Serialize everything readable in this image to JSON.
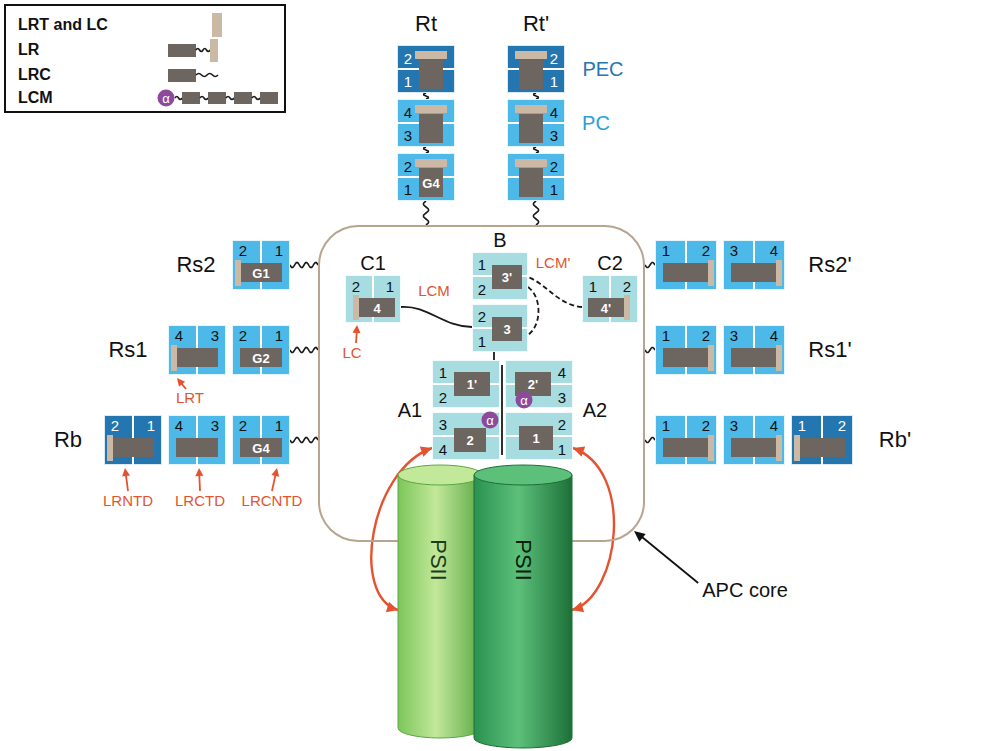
{
  "diagram": {
    "nodes": [
      {
        "text": [
          "2",
          "1"
        ]
      },
      {
        "text": [
          "4",
          "3"
        ]
      },
      {
        "text": [
          "2",
          "G4",
          "1"
        ]
      },
      {
        "text": [
          "2",
          "1"
        ]
      },
      {
        "text": [
          "4",
          "3"
        ]
      },
      {
        "text": [
          "2",
          "1"
        ]
      },
      {
        "text": [
          "APC core"
        ]
      },
      {
        "text": [
          "1",
          "3'",
          "2"
        ],
        "in": 6
      },
      {
        "text": [
          "2",
          "1",
          "4"
        ],
        "in": 6
      },
      {
        "text": [
          "1",
          "2",
          "4'"
        ],
        "in": 6
      },
      {
        "text": [
          "2",
          "3",
          "1"
        ],
        "in": 6
      },
      {
        "text": [
          "1",
          "1'",
          "2"
        ],
        "in": 6
      },
      {
        "text": [
          "4",
          "2'",
          "3"
        ],
        "in": 6
      },
      {
        "text": [
          "3",
          "2",
          "4"
        ],
        "in": 6
      },
      {
        "text": [
          "2",
          "1",
          "1"
        ],
        "in": 6
      },
      {
        "text": [
          "2",
          "1",
          "G1"
        ]
      },
      {
        "text": [
          "4",
          "3"
        ]
      },
      {
        "text": [
          "2",
          "1",
          "G2"
        ]
      },
      {
        "text": [
          "2",
          "1"
        ]
      },
      {
        "text": [
          "4",
          "3"
        ]
      },
      {
        "text": [
          "2",
          "1",
          "G4"
        ]
      },
      {
        "text": [
          "1",
          "2"
        ]
      },
      {
        "text": [
          "3",
          "4"
        ]
      },
      {
        "text": [
          "1",
          "2"
        ]
      },
      {
        "text": [
          "3",
          "4"
        ]
      },
      {
        "text": [
          "1",
          "2"
        ]
      },
      {
        "text": [
          "3",
          "4"
        ]
      },
      {
        "text": [
          "1",
          "2"
        ]
      },
      {
        "text": [
          "PSII"
        ]
      },
      {
        "text": [
          "PSII"
        ]
      }
    ],
    "edges": [
      {
        "from": 0,
        "to": 1,
        "arrow": "none"
      },
      {
        "from": 1,
        "to": 2,
        "arrow": "none"
      },
      {
        "from": 2,
        "to": 6,
        "arrow": "none"
      },
      {
        "from": 3,
        "to": 4,
        "arrow": "none"
      },
      {
        "from": 4,
        "to": 5,
        "arrow": "none"
      },
      {
        "from": 5,
        "to": 6,
        "arrow": "none"
      },
      {
        "from": 15,
        "to": 6,
        "arrow": "none"
      },
      {
        "from": 17,
        "to": 6,
        "arrow": "none"
      },
      {
        "from": 20,
        "to": 6,
        "arrow": "none"
      },
      {
        "from": 21,
        "to": 6,
        "arrow": "none"
      },
      {
        "from": 23,
        "to": 6,
        "arrow": "none"
      },
      {
        "from": 25,
        "to": 6,
        "arrow": "none"
      },
      {
        "from": 13,
        "to": 28,
        "arrow": "both"
      },
      {
        "from": 14,
        "to": 29,
        "arrow": "both"
      }
    ],
    "labels": [
      "Rt",
      "Rt'",
      "PEC",
      "PC",
      "Rs2",
      "Rs1",
      "Rb",
      "Rs2'",
      "Rs1'",
      "Rb'",
      "B",
      "C1",
      "C2",
      "A1",
      "A2",
      "LCM",
      "LCM'",
      "LC",
      "LRT",
      "LRNTD",
      "LRCTD",
      "LRCNTD",
      "α",
      "α",
      "α"
    ],
    "legend": [
      {
        "text": "LRT and LC"
      },
      {
        "text": "LR"
      },
      {
        "text": "LRC"
      },
      {
        "text": "LCM"
      }
    ]
  }
}
